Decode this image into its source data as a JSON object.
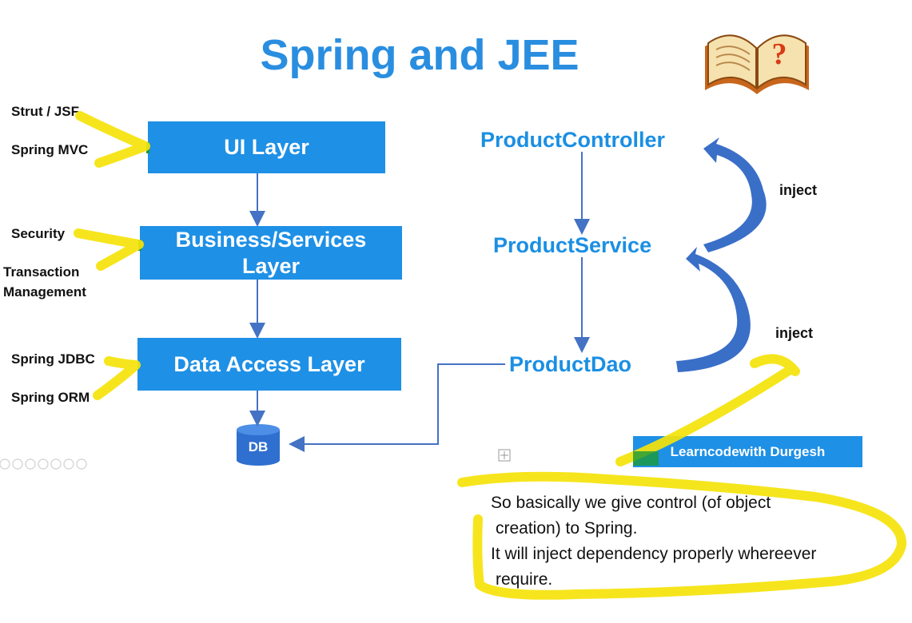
{
  "title": "Spring and JEE",
  "layers": {
    "ui": "UI Layer",
    "business_line1": "Business/Services",
    "business_line2": "Layer",
    "data_access": "Data Access Layer",
    "db": "DB"
  },
  "side_labels": {
    "strut_jsf": "Strut / JSF",
    "spring_mvc": "Spring MVC",
    "security": "Security",
    "transaction_line1": "Transaction",
    "transaction_line2": "Management",
    "spring_jdbc": "Spring JDBC",
    "spring_orm": "Spring ORM"
  },
  "products": {
    "controller": "ProductController",
    "service": "ProductService",
    "dao": "ProductDao"
  },
  "inject_labels": [
    "inject",
    "inject"
  ],
  "brand": "Learncodewith Durgesh",
  "note": {
    "line1": "So basically we give control (of object",
    "line2": "creation) to Spring.",
    "line3": "It will inject dependency properly whereever",
    "line4": "require."
  },
  "colors": {
    "title_blue": "#2a8ee0",
    "layer_blue": "#1e90e6",
    "arrow_blue": "#3a6fc8",
    "highlight_yellow": "#f5e30a"
  }
}
